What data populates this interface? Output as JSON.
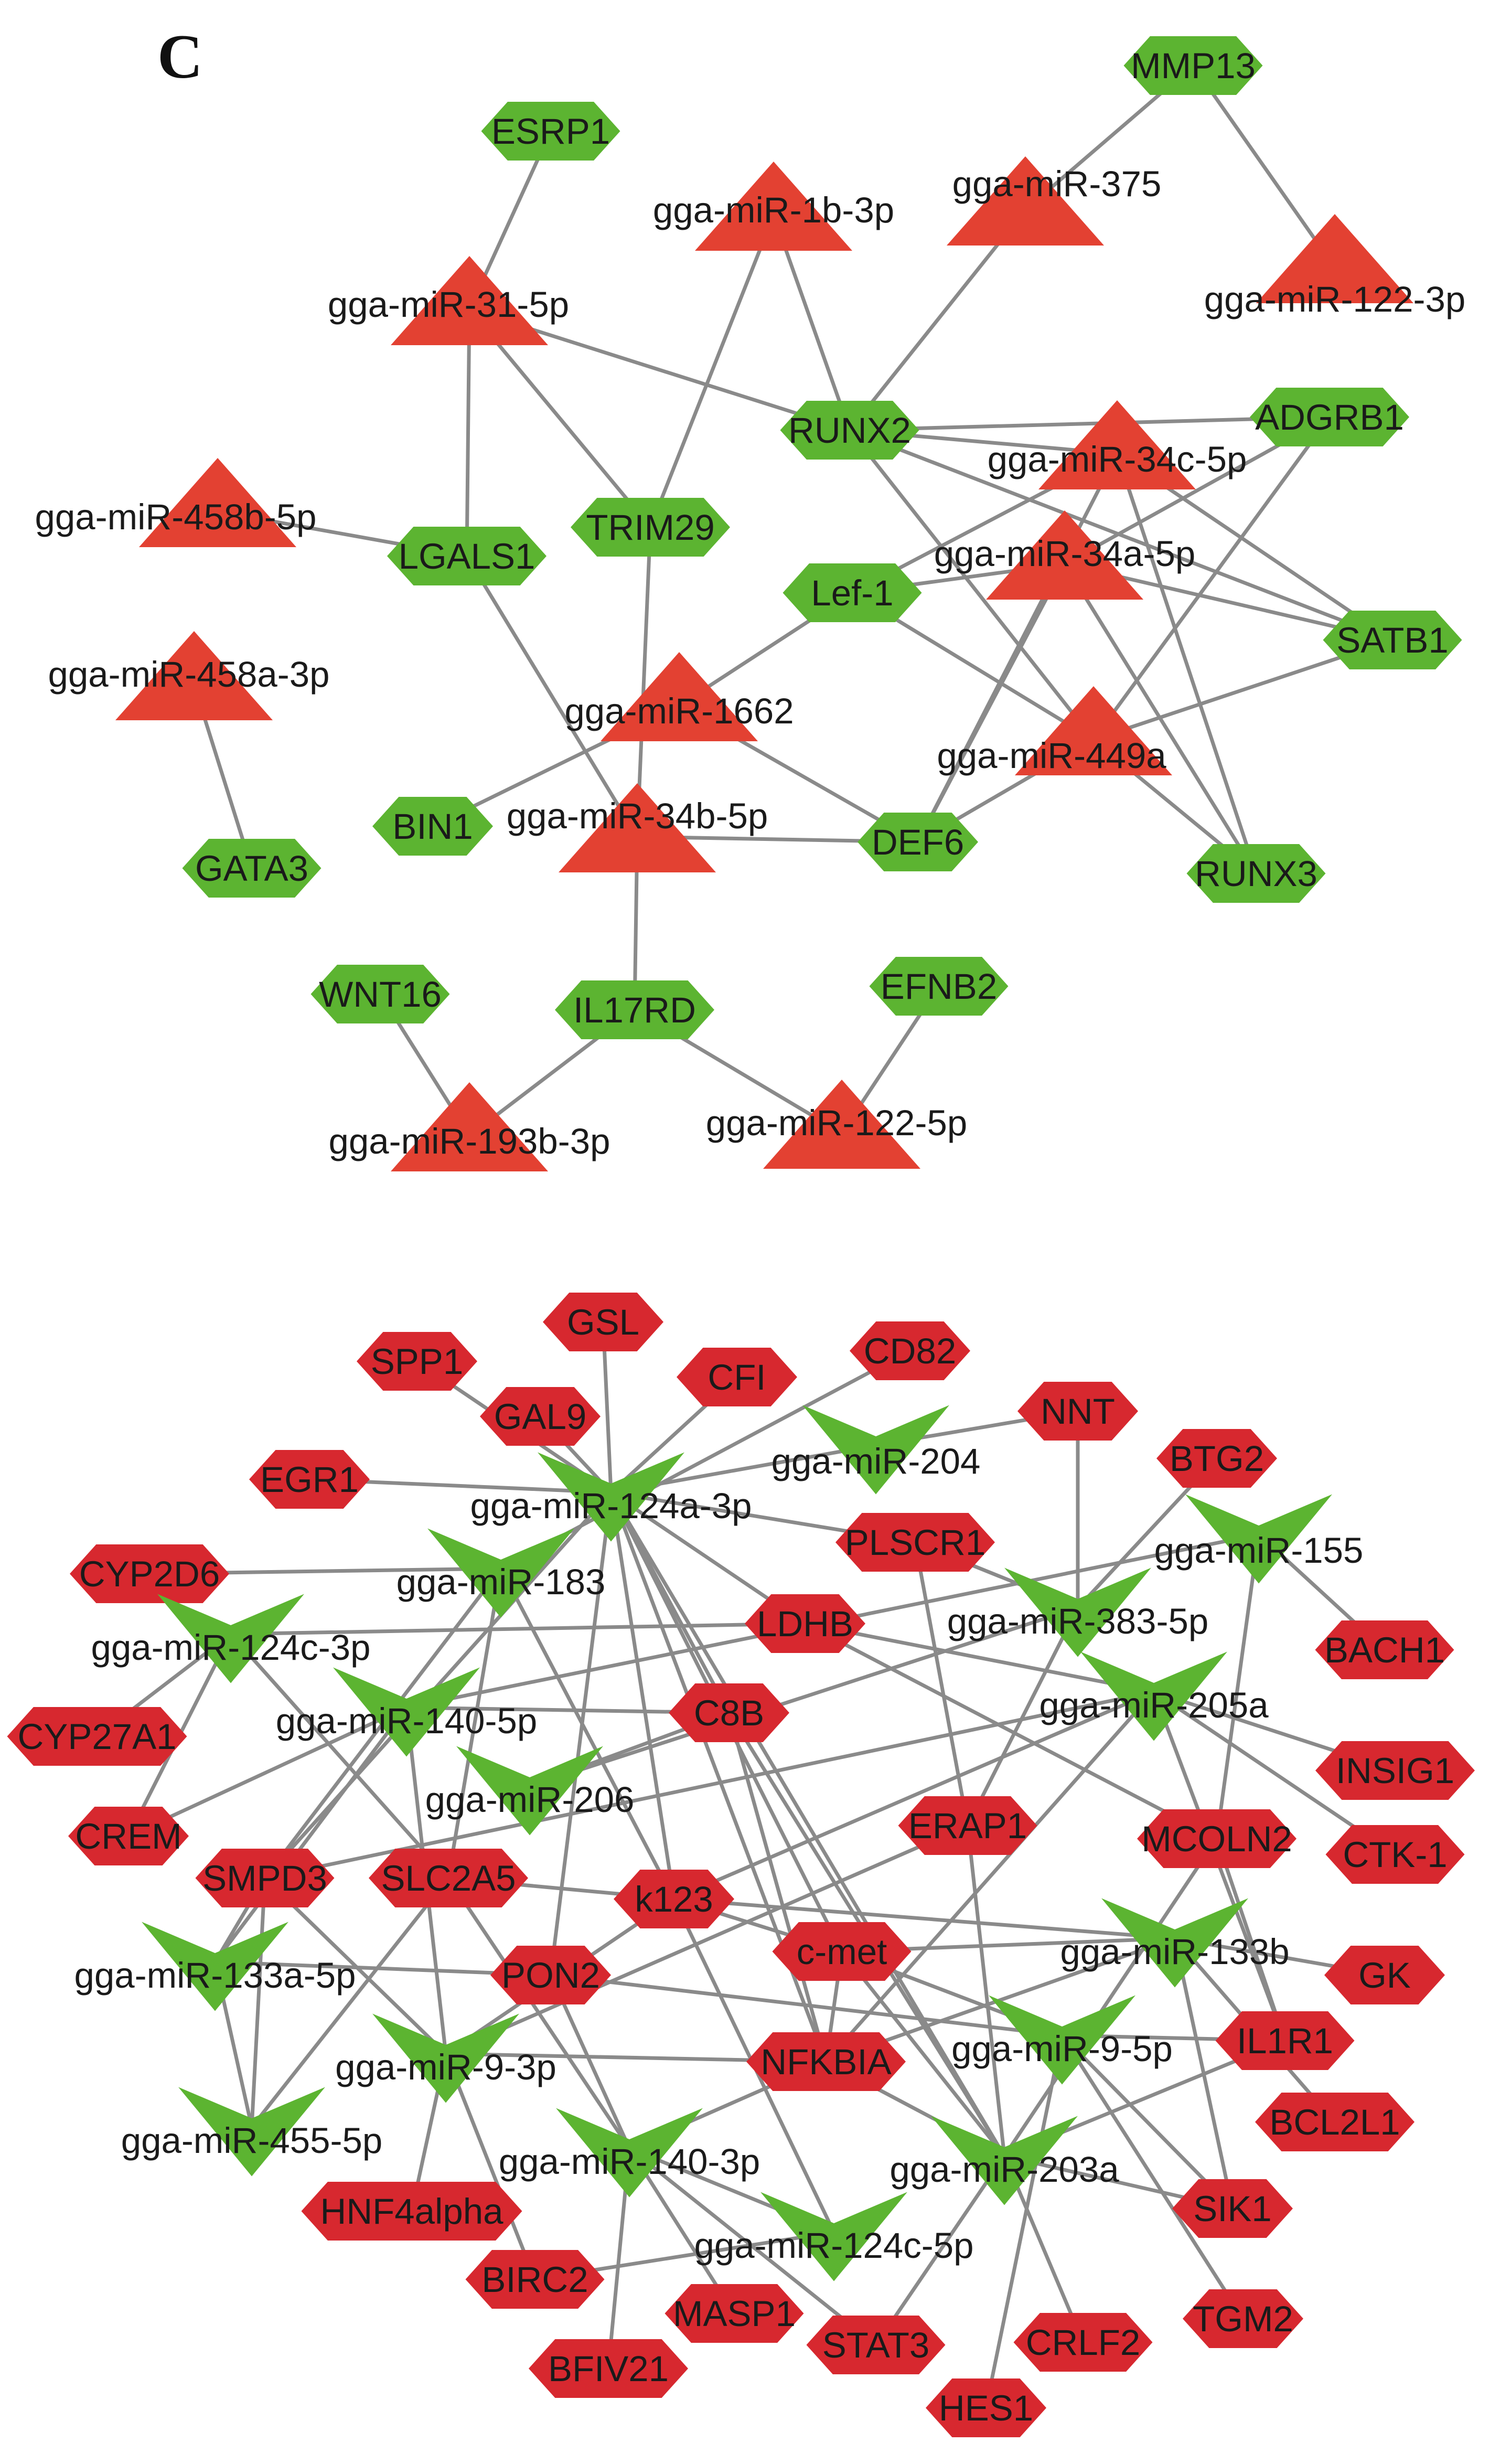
{
  "panel_label": "C",
  "colors": {
    "mirna_up": "#e34132",
    "gene_down": "#5cb431",
    "mirna_down": "#5cb431",
    "gene_up": "#d7282f",
    "edge": "#8a8a8a"
  },
  "networks": [
    {
      "name": "top",
      "nodes": [
        {
          "id": "mmp13",
          "label": "MMP13",
          "kind": "gene",
          "color": "green"
        },
        {
          "id": "esrp1",
          "label": "ESRP1",
          "kind": "gene",
          "color": "green"
        },
        {
          "id": "mir375",
          "label": "gga-miR-375",
          "kind": "mirna-up",
          "color": "red"
        },
        {
          "id": "mir1b3p",
          "label": "gga-miR-1b-3p",
          "kind": "mirna-up",
          "color": "red"
        },
        {
          "id": "mir1223p",
          "label": "gga-miR-122-3p",
          "kind": "mirna-up",
          "color": "red"
        },
        {
          "id": "mir315p",
          "label": "gga-miR-31-5p",
          "kind": "mirna-up",
          "color": "red"
        },
        {
          "id": "runx2",
          "label": "RUNX2",
          "kind": "gene",
          "color": "green"
        },
        {
          "id": "adgrb1",
          "label": "ADGRB1",
          "kind": "gene",
          "color": "green"
        },
        {
          "id": "mir34c5p",
          "label": "gga-miR-34c-5p",
          "kind": "mirna-up",
          "color": "red"
        },
        {
          "id": "mir458b5p",
          "label": "gga-miR-458b-5p",
          "kind": "mirna-up",
          "color": "red"
        },
        {
          "id": "lgals1",
          "label": "LGALS1",
          "kind": "gene",
          "color": "green"
        },
        {
          "id": "trim29",
          "label": "TRIM29",
          "kind": "gene",
          "color": "green"
        },
        {
          "id": "mir34a5p",
          "label": "gga-miR-34a-5p",
          "kind": "mirna-up",
          "color": "red"
        },
        {
          "id": "lef1",
          "label": "Lef-1",
          "kind": "gene",
          "color": "green"
        },
        {
          "id": "satb1",
          "label": "SATB1",
          "kind": "gene",
          "color": "green"
        },
        {
          "id": "mir458a3p",
          "label": "gga-miR-458a-3p",
          "kind": "mirna-up",
          "color": "red"
        },
        {
          "id": "mir1662",
          "label": "gga-miR-1662",
          "kind": "mirna-up",
          "color": "red"
        },
        {
          "id": "mir449a",
          "label": "gga-miR-449a",
          "kind": "mirna-up",
          "color": "red"
        },
        {
          "id": "bin1",
          "label": "BIN1",
          "kind": "gene",
          "color": "green"
        },
        {
          "id": "mir34b5p",
          "label": "gga-miR-34b-5p",
          "kind": "mirna-up",
          "color": "red"
        },
        {
          "id": "def6",
          "label": "DEF6",
          "kind": "gene",
          "color": "green"
        },
        {
          "id": "runx3",
          "label": "RUNX3",
          "kind": "gene",
          "color": "green"
        },
        {
          "id": "gata3",
          "label": "GATA3",
          "kind": "gene",
          "color": "green"
        },
        {
          "id": "wnt16",
          "label": "WNT16",
          "kind": "gene",
          "color": "green"
        },
        {
          "id": "il17rd",
          "label": "IL17RD",
          "kind": "gene",
          "color": "green"
        },
        {
          "id": "efnb2",
          "label": "EFNB2",
          "kind": "gene",
          "color": "green"
        },
        {
          "id": "mir193b3p",
          "label": "gga-miR-193b-3p",
          "kind": "mirna-up",
          "color": "red"
        },
        {
          "id": "mir1225p",
          "label": "gga-miR-122-5p",
          "kind": "mirna-up",
          "color": "red"
        }
      ],
      "edges": [
        [
          "mmp13",
          "mir375"
        ],
        [
          "mmp13",
          "mir1223p"
        ],
        [
          "mir375",
          "runx2"
        ],
        [
          "esrp1",
          "mir315p"
        ],
        [
          "mir315p",
          "runx2"
        ],
        [
          "mir315p",
          "lgals1"
        ],
        [
          "mir315p",
          "trim29"
        ],
        [
          "mir1b3p",
          "runx2"
        ],
        [
          "mir1b3p",
          "trim29"
        ],
        [
          "runx2",
          "adgrb1"
        ],
        [
          "runx2",
          "mir34c5p"
        ],
        [
          "runx2",
          "satb1"
        ],
        [
          "runx2",
          "mir449a"
        ],
        [
          "mir458b5p",
          "lgals1"
        ],
        [
          "lgals1",
          "mir34b5p"
        ],
        [
          "trim29",
          "mir34b5p"
        ],
        [
          "mir34c5p",
          "lef1"
        ],
        [
          "mir34c5p",
          "def6"
        ],
        [
          "mir34c5p",
          "runx3"
        ],
        [
          "mir34c5p",
          "satb1"
        ],
        [
          "adgrb1",
          "mir34a5p"
        ],
        [
          "adgrb1",
          "mir449a"
        ],
        [
          "mir34a5p",
          "lef1"
        ],
        [
          "mir34a5p",
          "satb1"
        ],
        [
          "mir34a5p",
          "def6"
        ],
        [
          "mir34a5p",
          "runx3"
        ],
        [
          "lef1",
          "mir1662"
        ],
        [
          "lef1",
          "mir449a"
        ],
        [
          "satb1",
          "mir449a"
        ],
        [
          "mir449a",
          "def6"
        ],
        [
          "mir449a",
          "runx3"
        ],
        [
          "mir458a3p",
          "gata3"
        ],
        [
          "bin1",
          "mir1662"
        ],
        [
          "mir1662",
          "def6"
        ],
        [
          "mir34b5p",
          "def6"
        ],
        [
          "mir34b5p",
          "il17rd"
        ],
        [
          "wnt16",
          "mir193b3p"
        ],
        [
          "il17rd",
          "mir193b3p"
        ],
        [
          "il17rd",
          "mir1225p"
        ],
        [
          "efnb2",
          "mir1225p"
        ]
      ]
    },
    {
      "name": "bottom",
      "nodes": [
        {
          "id": "gsl",
          "label": "GSL",
          "kind": "gene",
          "color": "red"
        },
        {
          "id": "spp1",
          "label": "SPP1",
          "kind": "gene",
          "color": "red"
        },
        {
          "id": "cfi",
          "label": "CFI",
          "kind": "gene",
          "color": "red"
        },
        {
          "id": "cd82",
          "label": "CD82",
          "kind": "gene",
          "color": "red"
        },
        {
          "id": "gal9",
          "label": "GAL9",
          "kind": "gene",
          "color": "red"
        },
        {
          "id": "nnt",
          "label": "NNT",
          "kind": "gene",
          "color": "red"
        },
        {
          "id": "btg2",
          "label": "BTG2",
          "kind": "gene",
          "color": "red"
        },
        {
          "id": "egr1",
          "label": "EGR1",
          "kind": "gene",
          "color": "red"
        },
        {
          "id": "mir204",
          "label": "gga-miR-204",
          "kind": "mirna-down",
          "color": "green"
        },
        {
          "id": "mir124a3p",
          "label": "gga-miR-124a-3p",
          "kind": "mirna-down",
          "color": "green"
        },
        {
          "id": "plscr1",
          "label": "PLSCR1",
          "kind": "gene",
          "color": "red"
        },
        {
          "id": "mir155",
          "label": "gga-miR-155",
          "kind": "mirna-down",
          "color": "green"
        },
        {
          "id": "cyp2d6",
          "label": "CYP2D6",
          "kind": "gene",
          "color": "red"
        },
        {
          "id": "mir183",
          "label": "gga-miR-183",
          "kind": "mirna-down",
          "color": "green"
        },
        {
          "id": "mir3835p",
          "label": "gga-miR-383-5p",
          "kind": "mirna-down",
          "color": "green"
        },
        {
          "id": "ldhb",
          "label": "LDHB",
          "kind": "gene",
          "color": "red"
        },
        {
          "id": "mir124c3p",
          "label": "gga-miR-124c-3p",
          "kind": "mirna-down",
          "color": "green"
        },
        {
          "id": "bach1",
          "label": "BACH1",
          "kind": "gene",
          "color": "red"
        },
        {
          "id": "mir205a",
          "label": "gga-miR-205a",
          "kind": "mirna-down",
          "color": "green"
        },
        {
          "id": "cyp27a1",
          "label": "CYP27A1",
          "kind": "gene",
          "color": "red"
        },
        {
          "id": "mir1405p",
          "label": "gga-miR-140-5p",
          "kind": "mirna-down",
          "color": "green"
        },
        {
          "id": "c8b",
          "label": "C8B",
          "kind": "gene",
          "color": "red"
        },
        {
          "id": "insig1",
          "label": "INSIG1",
          "kind": "gene",
          "color": "red"
        },
        {
          "id": "mir206",
          "label": "gga-miR-206",
          "kind": "mirna-down",
          "color": "green"
        },
        {
          "id": "crem",
          "label": "CREM",
          "kind": "gene",
          "color": "red"
        },
        {
          "id": "erap1",
          "label": "ERAP1",
          "kind": "gene",
          "color": "red"
        },
        {
          "id": "mcoln2",
          "label": "MCOLN2",
          "kind": "gene",
          "color": "red"
        },
        {
          "id": "ctk1",
          "label": "CTK-1",
          "kind": "gene",
          "color": "red"
        },
        {
          "id": "smpd3",
          "label": "SMPD3",
          "kind": "gene",
          "color": "red"
        },
        {
          "id": "slc2a5",
          "label": "SLC2A5",
          "kind": "gene",
          "color": "red"
        },
        {
          "id": "k123",
          "label": "k123",
          "kind": "gene",
          "color": "red"
        },
        {
          "id": "cmet",
          "label": "c-met",
          "kind": "gene",
          "color": "red"
        },
        {
          "id": "mir133b",
          "label": "gga-miR-133b",
          "kind": "mirna-down",
          "color": "green"
        },
        {
          "id": "mir133a5p",
          "label": "gga-miR-133a-5p",
          "kind": "mirna-down",
          "color": "green"
        },
        {
          "id": "pon2",
          "label": "PON2",
          "kind": "gene",
          "color": "red"
        },
        {
          "id": "gk",
          "label": "GK",
          "kind": "gene",
          "color": "red"
        },
        {
          "id": "mir93p",
          "label": "gga-miR-9-3p",
          "kind": "mirna-down",
          "color": "green"
        },
        {
          "id": "nfkbia",
          "label": "NFKBIA",
          "kind": "gene",
          "color": "red"
        },
        {
          "id": "mir95p",
          "label": "gga-miR-9-5p",
          "kind": "mirna-down",
          "color": "green"
        },
        {
          "id": "il1r1",
          "label": "IL1R1",
          "kind": "gene",
          "color": "red"
        },
        {
          "id": "bcl2l1",
          "label": "BCL2L1",
          "kind": "gene",
          "color": "red"
        },
        {
          "id": "mir4555p",
          "label": "gga-miR-455-5p",
          "kind": "mirna-down",
          "color": "green"
        },
        {
          "id": "mir1403p",
          "label": "gga-miR-140-3p",
          "kind": "mirna-down",
          "color": "green"
        },
        {
          "id": "mir203a",
          "label": "gga-miR-203a",
          "kind": "mirna-down",
          "color": "green"
        },
        {
          "id": "hnf4alpha",
          "label": "HNF4alpha",
          "kind": "gene",
          "color": "red"
        },
        {
          "id": "sik1",
          "label": "SIK1",
          "kind": "gene",
          "color": "red"
        },
        {
          "id": "mir124c5p",
          "label": "gga-miR-124c-5p",
          "kind": "mirna-down",
          "color": "green"
        },
        {
          "id": "birc2",
          "label": "BIRC2",
          "kind": "gene",
          "color": "red"
        },
        {
          "id": "masp1",
          "label": "MASP1",
          "kind": "gene",
          "color": "red"
        },
        {
          "id": "crlf2",
          "label": "CRLF2",
          "kind": "gene",
          "color": "red"
        },
        {
          "id": "tgm2",
          "label": "TGM2",
          "kind": "gene",
          "color": "red"
        },
        {
          "id": "stat3",
          "label": "STAT3",
          "kind": "gene",
          "color": "red"
        },
        {
          "id": "bfiv21",
          "label": "BFIV21",
          "kind": "gene",
          "color": "red"
        },
        {
          "id": "hes1",
          "label": "HES1",
          "kind": "gene",
          "color": "red"
        }
      ],
      "edges": [
        [
          "gsl",
          "mir124a3p"
        ],
        [
          "spp1",
          "mir124a3p"
        ],
        [
          "cfi",
          "mir124a3p"
        ],
        [
          "cd82",
          "mir183"
        ],
        [
          "gal9",
          "mir124a3p"
        ],
        [
          "egr1",
          "mir124a3p"
        ],
        [
          "nnt",
          "mir3835p"
        ],
        [
          "nnt",
          "mir204"
        ],
        [
          "btg2",
          "mir3835p"
        ],
        [
          "mir204",
          "mir124a3p"
        ],
        [
          "mir124a3p",
          "plscr1"
        ],
        [
          "mir124a3p",
          "ldhb"
        ],
        [
          "mir124a3p",
          "c8b"
        ],
        [
          "mir124a3p",
          "k123"
        ],
        [
          "mir124a3p",
          "cmet"
        ],
        [
          "mir124a3p",
          "nfkbia"
        ],
        [
          "mir124a3p",
          "mir203a"
        ],
        [
          "mir124a3p",
          "smpd3"
        ],
        [
          "mir124a3p",
          "pon2"
        ],
        [
          "mir155",
          "bach1"
        ],
        [
          "mir155",
          "mcoln2"
        ],
        [
          "mir155",
          "mir1405p"
        ],
        [
          "cyp2d6",
          "mir183"
        ],
        [
          "mir183",
          "smpd3"
        ],
        [
          "mir183",
          "k123"
        ],
        [
          "mir183",
          "slc2a5"
        ],
        [
          "mir3835p",
          "plscr1"
        ],
        [
          "mir3835p",
          "mir206"
        ],
        [
          "mir3835p",
          "erap1"
        ],
        [
          "ldhb",
          "mir205a"
        ],
        [
          "ldhb",
          "mir124c3p"
        ],
        [
          "ldhb",
          "mcoln2"
        ],
        [
          "mir124c3p",
          "cyp27a1"
        ],
        [
          "mir124c3p",
          "crem"
        ],
        [
          "mir124c3p",
          "slc2a5"
        ],
        [
          "mir205a",
          "insig1"
        ],
        [
          "mir205a",
          "ctk1"
        ],
        [
          "mir205a",
          "smpd3"
        ],
        [
          "mir205a",
          "k123"
        ],
        [
          "mir205a",
          "nfkbia"
        ],
        [
          "mir205a",
          "il1r1"
        ],
        [
          "mir1405p",
          "crem"
        ],
        [
          "mir1405p",
          "c8b"
        ],
        [
          "mir1405p",
          "mir133a5p"
        ],
        [
          "mir1405p",
          "mir93p"
        ],
        [
          "c8b",
          "mir206"
        ],
        [
          "c8b",
          "mir203a"
        ],
        [
          "c8b",
          "nfkbia"
        ],
        [
          "erap1",
          "plscr1"
        ],
        [
          "erap1",
          "mir93p"
        ],
        [
          "erap1",
          "mir203a"
        ],
        [
          "mcoln2",
          "mir203a"
        ],
        [
          "mcoln2",
          "il1r1"
        ],
        [
          "smpd3",
          "mir93p"
        ],
        [
          "smpd3",
          "mir133a5p"
        ],
        [
          "smpd3",
          "mir4555p"
        ],
        [
          "slc2a5",
          "k123"
        ],
        [
          "slc2a5",
          "mir1403p"
        ],
        [
          "slc2a5",
          "mir4555p"
        ],
        [
          "k123",
          "cmet"
        ],
        [
          "k123",
          "mir133b"
        ],
        [
          "k123",
          "mir124c5p"
        ],
        [
          "k123",
          "mir93p"
        ],
        [
          "cmet",
          "mir95p"
        ],
        [
          "cmet",
          "nfkbia"
        ],
        [
          "cmet",
          "mir203a"
        ],
        [
          "cmet",
          "mir133b"
        ],
        [
          "mir133b",
          "gk"
        ],
        [
          "mir133b",
          "bcl2l1"
        ],
        [
          "mir133b",
          "nfkbia"
        ],
        [
          "mir133b",
          "sik1"
        ],
        [
          "mir133a5p",
          "pon2"
        ],
        [
          "mir133a5p",
          "mir4555p"
        ],
        [
          "pon2",
          "mir1403p"
        ],
        [
          "pon2",
          "mir95p"
        ],
        [
          "mir93p",
          "nfkbia"
        ],
        [
          "mir93p",
          "hnf4alpha"
        ],
        [
          "mir93p",
          "birc2"
        ],
        [
          "nfkbia",
          "mir1403p"
        ],
        [
          "nfkbia",
          "mir203a"
        ],
        [
          "mir95p",
          "il1r1"
        ],
        [
          "mir95p",
          "sik1"
        ],
        [
          "mir95p",
          "tgm2"
        ],
        [
          "mir95p",
          "hes1"
        ],
        [
          "mir1403p",
          "bfiv21"
        ],
        [
          "mir1403p",
          "masp1"
        ],
        [
          "mir1403p",
          "stat3"
        ],
        [
          "mir1403p",
          "mir124c5p"
        ],
        [
          "mir203a",
          "sik1"
        ],
        [
          "mir203a",
          "stat3"
        ],
        [
          "mir203a",
          "crlf2"
        ],
        [
          "mir203a",
          "il1r1"
        ],
        [
          "mir124c5p",
          "birc2"
        ]
      ]
    }
  ]
}
